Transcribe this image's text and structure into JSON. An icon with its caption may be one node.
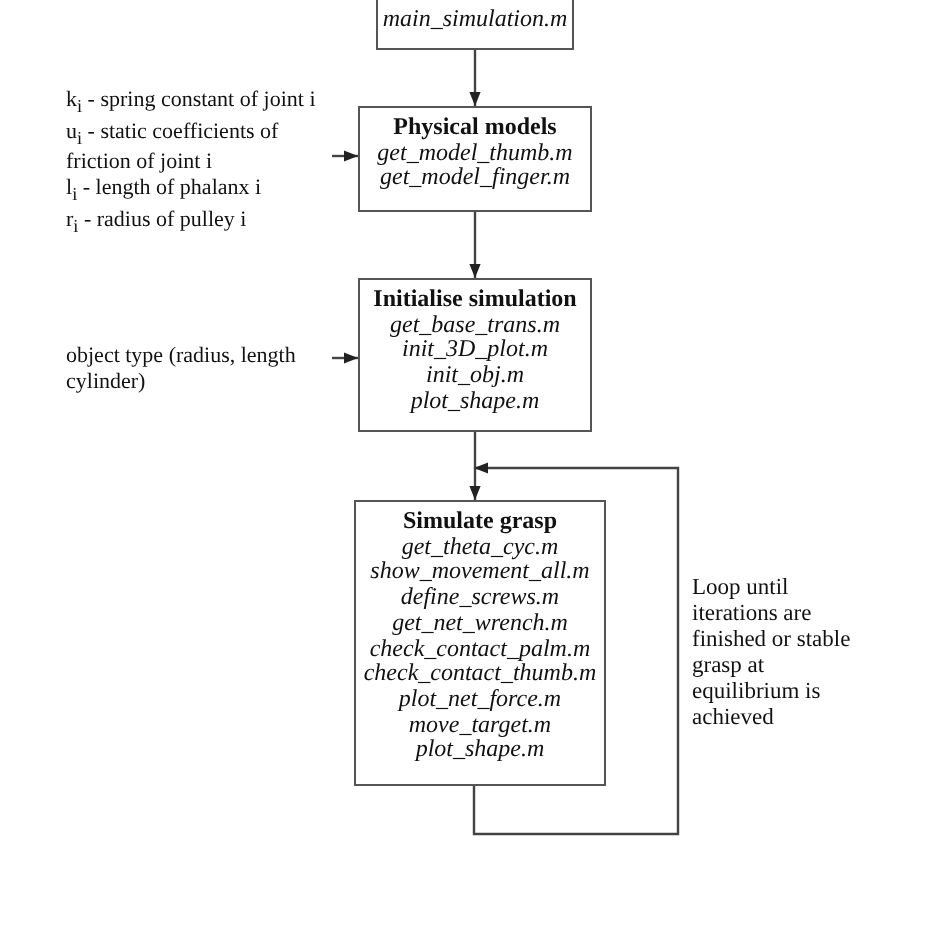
{
  "diagram": {
    "nodes": [
      {
        "text": [
          "main_simulation.m"
        ]
      },
      {
        "text": [
          "Physical models",
          "get_model_thumb.m",
          "get_model_finger.m"
        ]
      },
      {
        "text": [
          "Initialise simulation",
          "get_base_trans.m",
          "init_3D_plot.m",
          "init_obj.m",
          "plot_shape.m"
        ]
      },
      {
        "text": [
          "Simulate grasp",
          "get_theta_cyc.m",
          "show_movement_all.m",
          "define_screws.m",
          "get_net_wrench.m",
          "check_contact_palm.m",
          "check_contact_thumb.m",
          "plot_net_force.m",
          "move_target.m",
          "plot_shape.m"
        ]
      },
      {
        "text": [
          "k$_{i}$ - spring constant of joint i",
          "u$_{i}$ - static coefficients of friction of joint i",
          "l$_{i}$ - length of phalanx i",
          "r$_{i}$ - radius of pulley i"
        ]
      },
      {
        "text": [
          "object type (radius, length cylinder)"
        ]
      }
    ],
    "edges": [
      {
        "from": 0,
        "to": 1,
        "arrow": "to"
      },
      {
        "from": 1,
        "to": 2,
        "arrow": "to"
      },
      {
        "from": 2,
        "to": 3,
        "arrow": "to"
      },
      {
        "from": 3,
        "to": 3,
        "arrow": "to",
        "label": "Loop until iterations are finished or stable grasp at equilibrium is achieved"
      },
      {
        "from": 4,
        "to": 1,
        "arrow": "to"
      },
      {
        "from": 5,
        "to": 2,
        "arrow": "to"
      }
    ]
  }
}
